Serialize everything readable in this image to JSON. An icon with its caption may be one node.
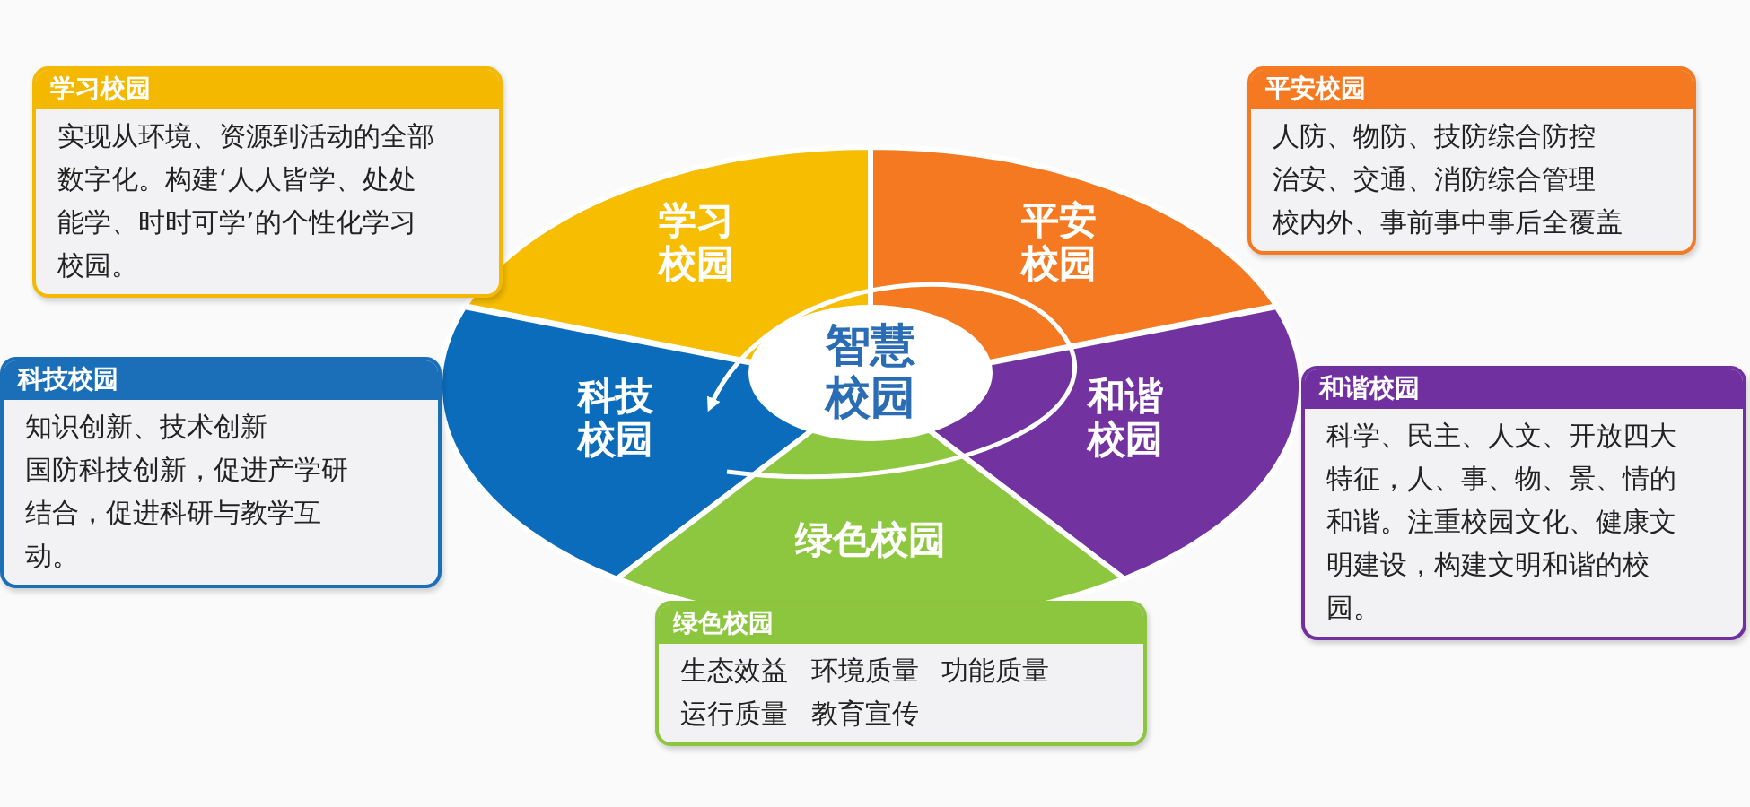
{
  "diagram": {
    "nodes": [
      {
        "text": [
          "学习校园",
          "实现从环境、资源到活动的全部数字化。构建‘人人皆学、处处能学、时时可学’的个性化学习校园。"
        ]
      },
      {
        "text": [
          "学习校园"
        ]
      },
      {
        "text": [
          "平安校园"
        ]
      },
      {
        "text": [
          "平安校园",
          "人防、物防、技防综合防控",
          "治安、交通、消防综合管理",
          "校内外、事前事中事后全覆盖"
        ]
      },
      {
        "text": [
          "智慧校园"
        ]
      },
      {
        "text": [
          "科技校园",
          "知识创新、技术创新",
          "国防科技创新，促进产学研结合，促进科研与教学互动。"
        ]
      },
      {
        "text": [
          "科技校园"
        ]
      },
      {
        "text": [
          "和谐校园"
        ]
      },
      {
        "text": [
          "和谐校园",
          "科学、民主、人文、开放四大特征，人、事、物、景、情的和谐。注重校园文化、健康文明建设，构建文明和谐的校园。"
        ]
      },
      {
        "text": [
          "绿色校园"
        ]
      },
      {
        "text": [
          "绿色校园",
          "生态效益",
          "环境质量",
          "功能质量",
          "运行质量",
          "教育宣传"
        ]
      }
    ]
  }
}
